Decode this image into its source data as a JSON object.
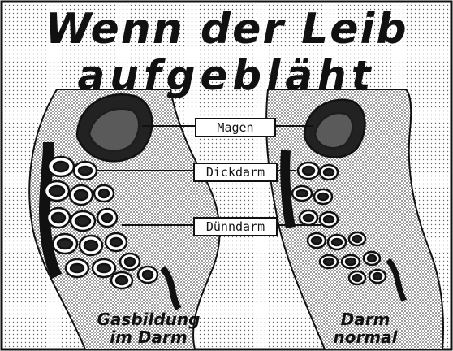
{
  "title": {
    "line1": "Wenn der Leib",
    "line2": "aufgebläht"
  },
  "labels": {
    "magen": "Magen",
    "dickdarm": "Dickdarm",
    "duenndarm": "Dünndarm"
  },
  "captions": {
    "left_line1": "Gasbildung",
    "left_line2": "im Darm",
    "right_line1": "Darm",
    "right_line2": "normal"
  },
  "colors": {
    "ink": "#111111",
    "paper": "#ffffff",
    "stipple": "#8a8a8a"
  }
}
